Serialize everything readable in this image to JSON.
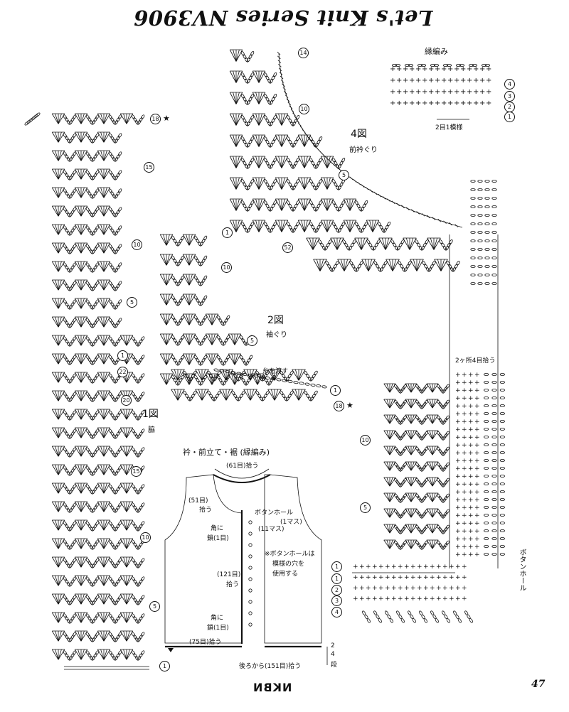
{
  "header": {
    "title": "Let's Knit Series NV3906"
  },
  "footer": {
    "brand": "NKBN",
    "page": "47"
  },
  "fig1": {
    "number": "1図",
    "caption": "脇"
  },
  "fig2": {
    "number": "2図",
    "caption": "袖ぐり",
    "note": "糸を渡す"
  },
  "fig4": {
    "number": "4図",
    "caption": "前衿ぐり"
  },
  "edging": {
    "title": "縁編み",
    "repeat": "2目1模様",
    "pickup": "2ヶ所4目拾う",
    "buttonhole": "ボタンホール"
  },
  "schematic": {
    "title": "衿・前立て・裾 (縁編み)",
    "top": "(61目)拾う",
    "neck_count": "(51目)",
    "neck_pick": "拾う",
    "buttonhole": "ボタンホール",
    "buttonhole_size": "(1マス)",
    "buttonhole_count": "(11マス)",
    "corner1_a": "角に",
    "corner1_b": "鎖(1目)",
    "note_a": "※ボタンホールは",
    "note_b": "模様の穴を",
    "note_c": "使用する",
    "front_count": "(121目)",
    "front_pick": "拾う",
    "corner2_a": "角に",
    "corner2_b": "鎖(1目)",
    "bottom_front": "(75目)拾う",
    "back": "後ろから(151目)拾う",
    "rows_num": "2",
    "rows_den": "4",
    "rows_unit": "段"
  },
  "rows": {
    "r1": "1",
    "r2": "2",
    "r3": "3",
    "r4": "4",
    "r5": "5",
    "r10": "10",
    "r14": "14",
    "r15": "15",
    "r18": "18",
    "r20": "20",
    "r22": "22",
    "r52": "52",
    "star": "★"
  }
}
